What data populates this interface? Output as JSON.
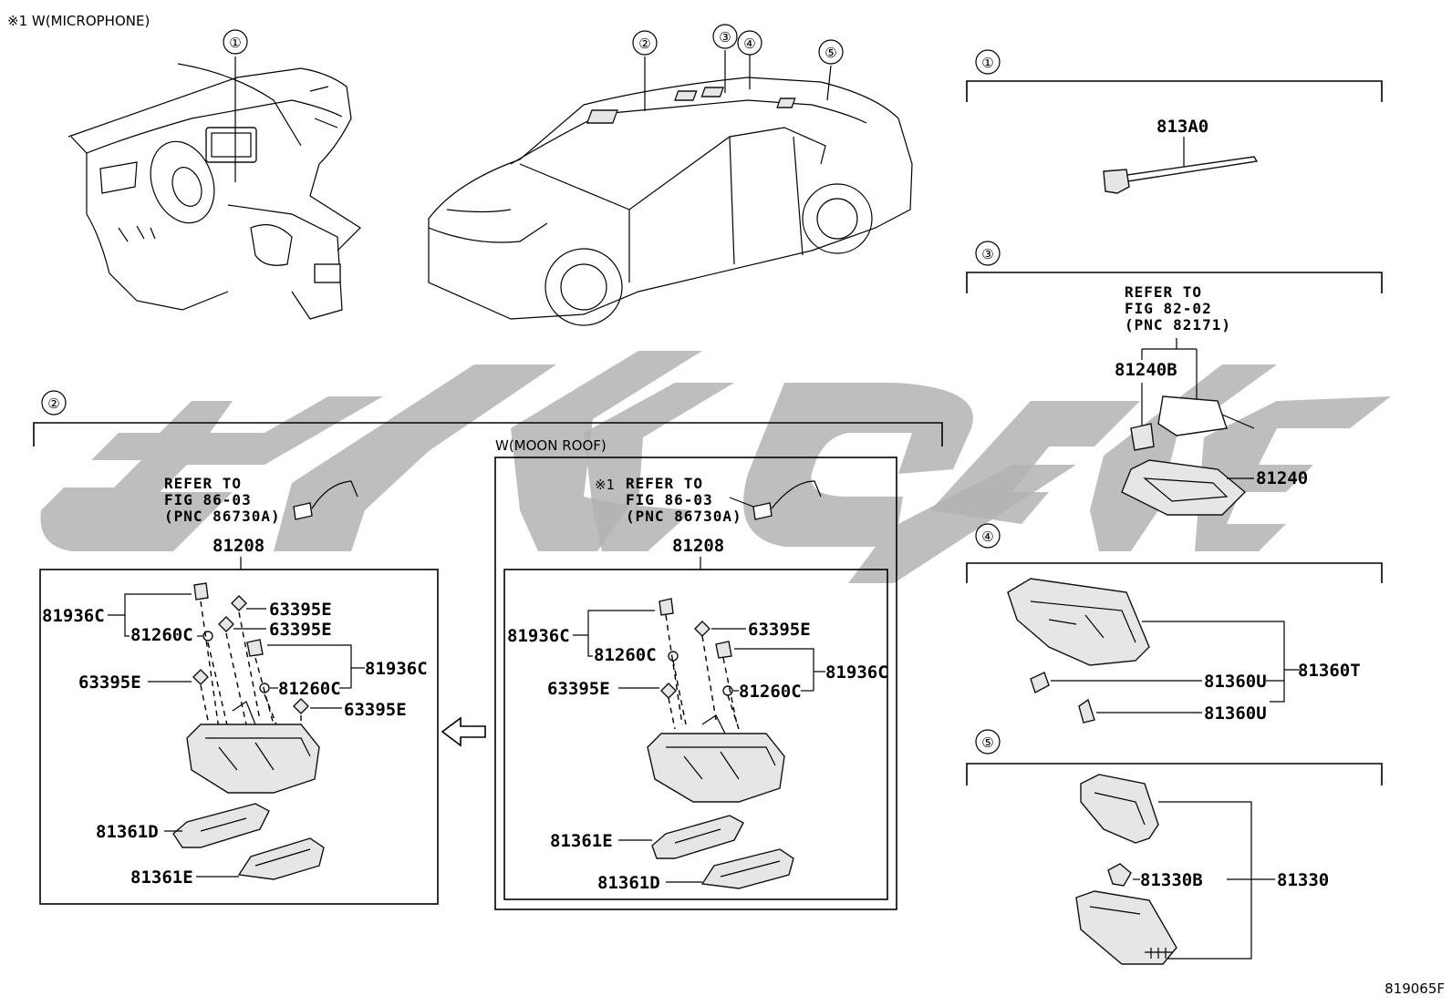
{
  "diagram": {
    "microphone_note": "※1 W(MICROPHONE)",
    "figure_code": "819065F",
    "moon_roof_label": "W(MOON ROOF)",
    "note_marker": "※1",
    "callouts": [
      "①",
      "②",
      "③",
      "④",
      "⑤"
    ],
    "section1": {
      "marker": "①",
      "parts": [
        "813A0"
      ]
    },
    "section2": {
      "marker": "②",
      "std": {
        "refer": [
          "REFER TO",
          "FIG 86-03",
          "(PNC 86730A)"
        ],
        "assembly": "81208",
        "labels": [
          "81936C",
          "81260C",
          "63395E",
          "63395E",
          "63395E",
          "81936C",
          "81260C",
          "63395E",
          "81361D",
          "81361E"
        ]
      },
      "moon_roof": {
        "refer": [
          "REFER TO",
          "FIG 86-03",
          "(PNC 86730A)"
        ],
        "assembly": "81208",
        "labels": [
          "81936C",
          "81260C",
          "63395E",
          "63395E",
          "81936C",
          "81260C",
          "81361E",
          "81361D"
        ]
      }
    },
    "section3": {
      "marker": "③",
      "refer": [
        "REFER TO",
        "FIG 82-02",
        "(PNC 82171)"
      ],
      "parts": [
        "81240B",
        "81240"
      ]
    },
    "section4": {
      "marker": "④",
      "parts": [
        "81360U",
        "81360U",
        "81360T"
      ]
    },
    "section5": {
      "marker": "⑤",
      "parts": [
        "81330B",
        "81330"
      ]
    }
  }
}
